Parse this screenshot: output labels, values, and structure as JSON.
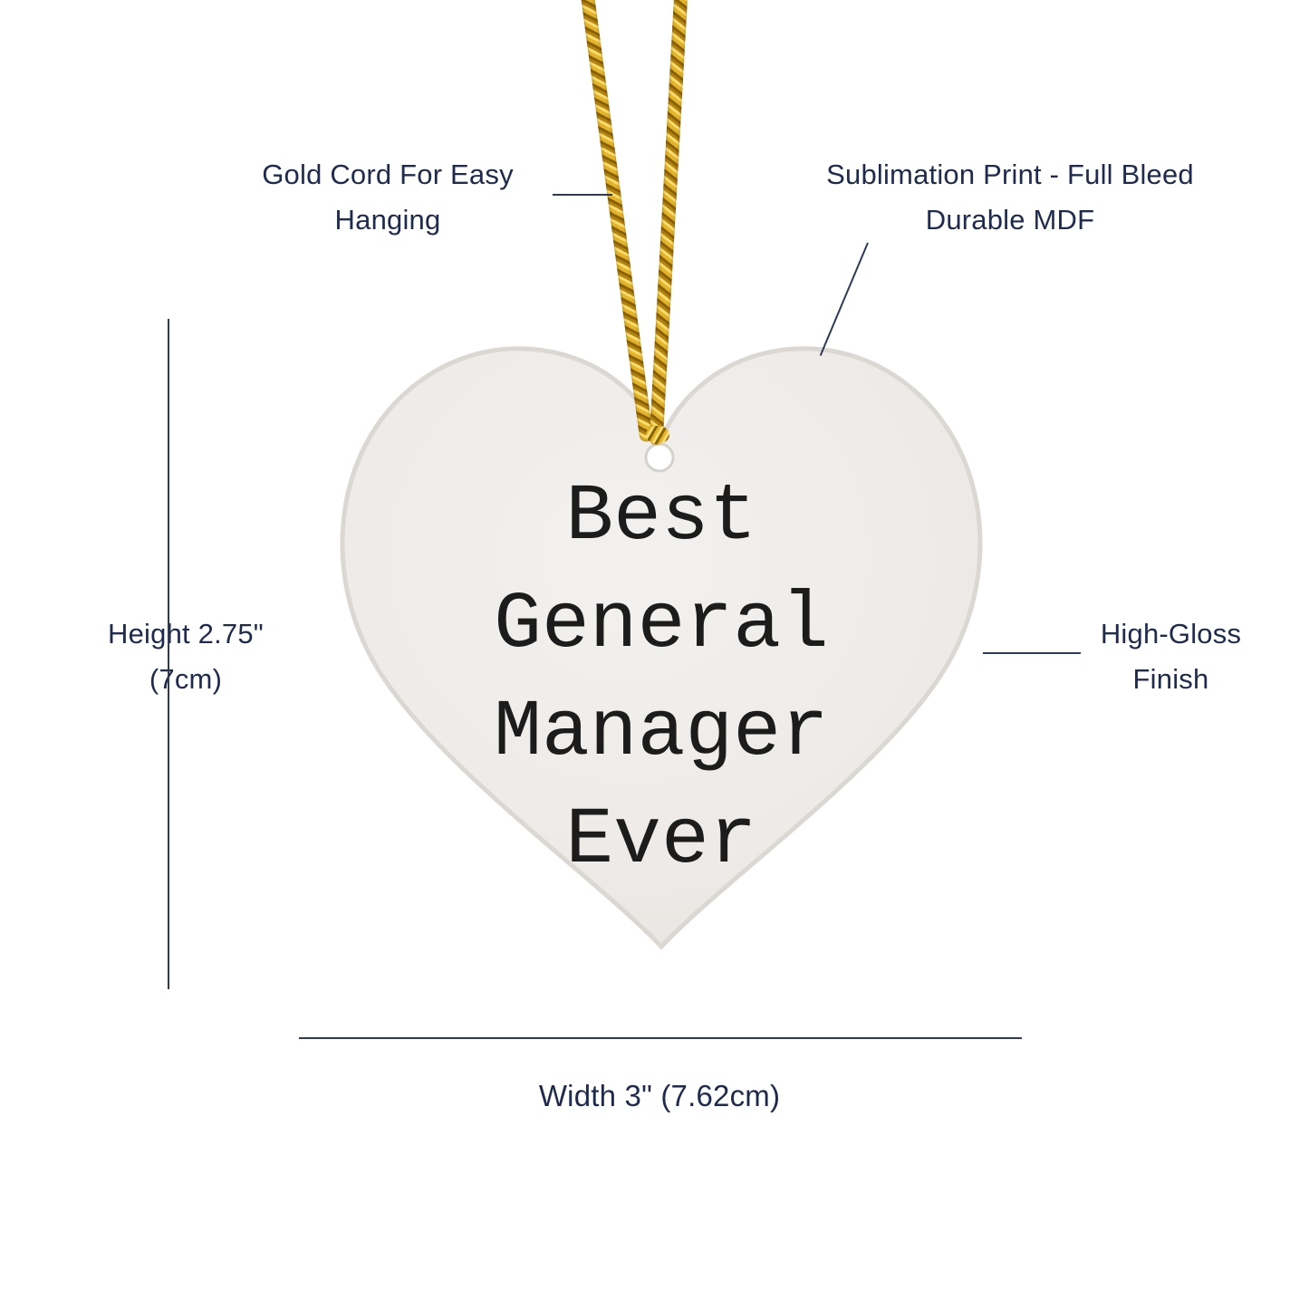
{
  "product": {
    "name": "heart-ornament",
    "engraving_lines": [
      "Best",
      "General",
      "Manager",
      "Ever"
    ]
  },
  "annotations": {
    "cord": "Gold Cord For Easy Hanging",
    "print": "Sublimation Print - Full Bleed Durable MDF",
    "height": "Height 2.75\" (7cm)",
    "finish": "High-Gloss Finish",
    "width": "Width 3\" (7.62cm)"
  },
  "colors": {
    "label_text": "#1e2b4e",
    "callout_line": "#2e3a56",
    "cord_gold": "#e3b32a",
    "ornament_face": "#edeae7",
    "ornament_edge": "#dbd7d3",
    "engraving_text": "#1c1c1c"
  }
}
